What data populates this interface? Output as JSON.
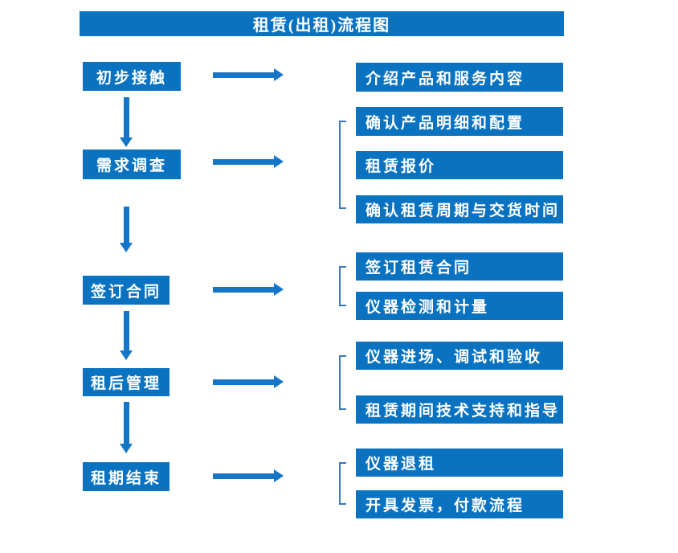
{
  "title": "租赁(出租)流程图",
  "colors": {
    "box-blue": "#0a73c1",
    "arrow-blue": "#1575c7",
    "bracket-blue": "#3d78ba",
    "text-white": "#ffffff",
    "page-bg": "#ffffff"
  },
  "stages": [
    {
      "label": "初步接触",
      "outputs": [
        "介绍产品和服务内容"
      ]
    },
    {
      "label": "需求调查",
      "outputs": [
        "确认产品明细和配置",
        "租赁报价",
        "确认租赁周期与交货时间"
      ]
    },
    {
      "label": "签订合同",
      "outputs": [
        "签订租赁合同",
        "仪器检测和计量"
      ]
    },
    {
      "label": "租后管理",
      "outputs": [
        "仪器进场、调试和验收",
        "租赁期间技术支持和指导"
      ]
    },
    {
      "label": "租期结束",
      "outputs": [
        "仪器退租",
        "开具发票，付款流程"
      ]
    }
  ]
}
